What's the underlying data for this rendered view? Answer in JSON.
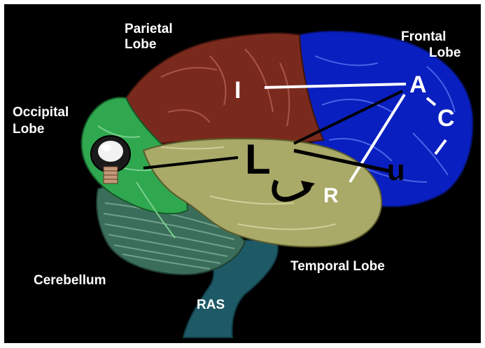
{
  "labels": {
    "parietal": [
      "Parietal",
      "Lobe"
    ],
    "frontal": [
      "Frontal",
      "Lobe"
    ],
    "occipital": [
      "Occipital",
      "Lobe"
    ],
    "cerebellum": "Cerebellum",
    "temporal": "Temporal Lobe",
    "ras": "RAS"
  },
  "letters": {
    "i": "I",
    "a": "A",
    "c": "C",
    "l": "L",
    "u": "u",
    "r": "R"
  },
  "colors": {
    "background": "#000000",
    "parietal": "#7a2a1c",
    "frontal": "#0a1fbf",
    "occipital": "#2fa84f",
    "temporal": "#a9a968",
    "cerebellum": "#3b6e5a",
    "brainstem": "#1e5a66"
  },
  "icons": [
    "light-bulb-icon",
    "curved-arrow-icon"
  ]
}
